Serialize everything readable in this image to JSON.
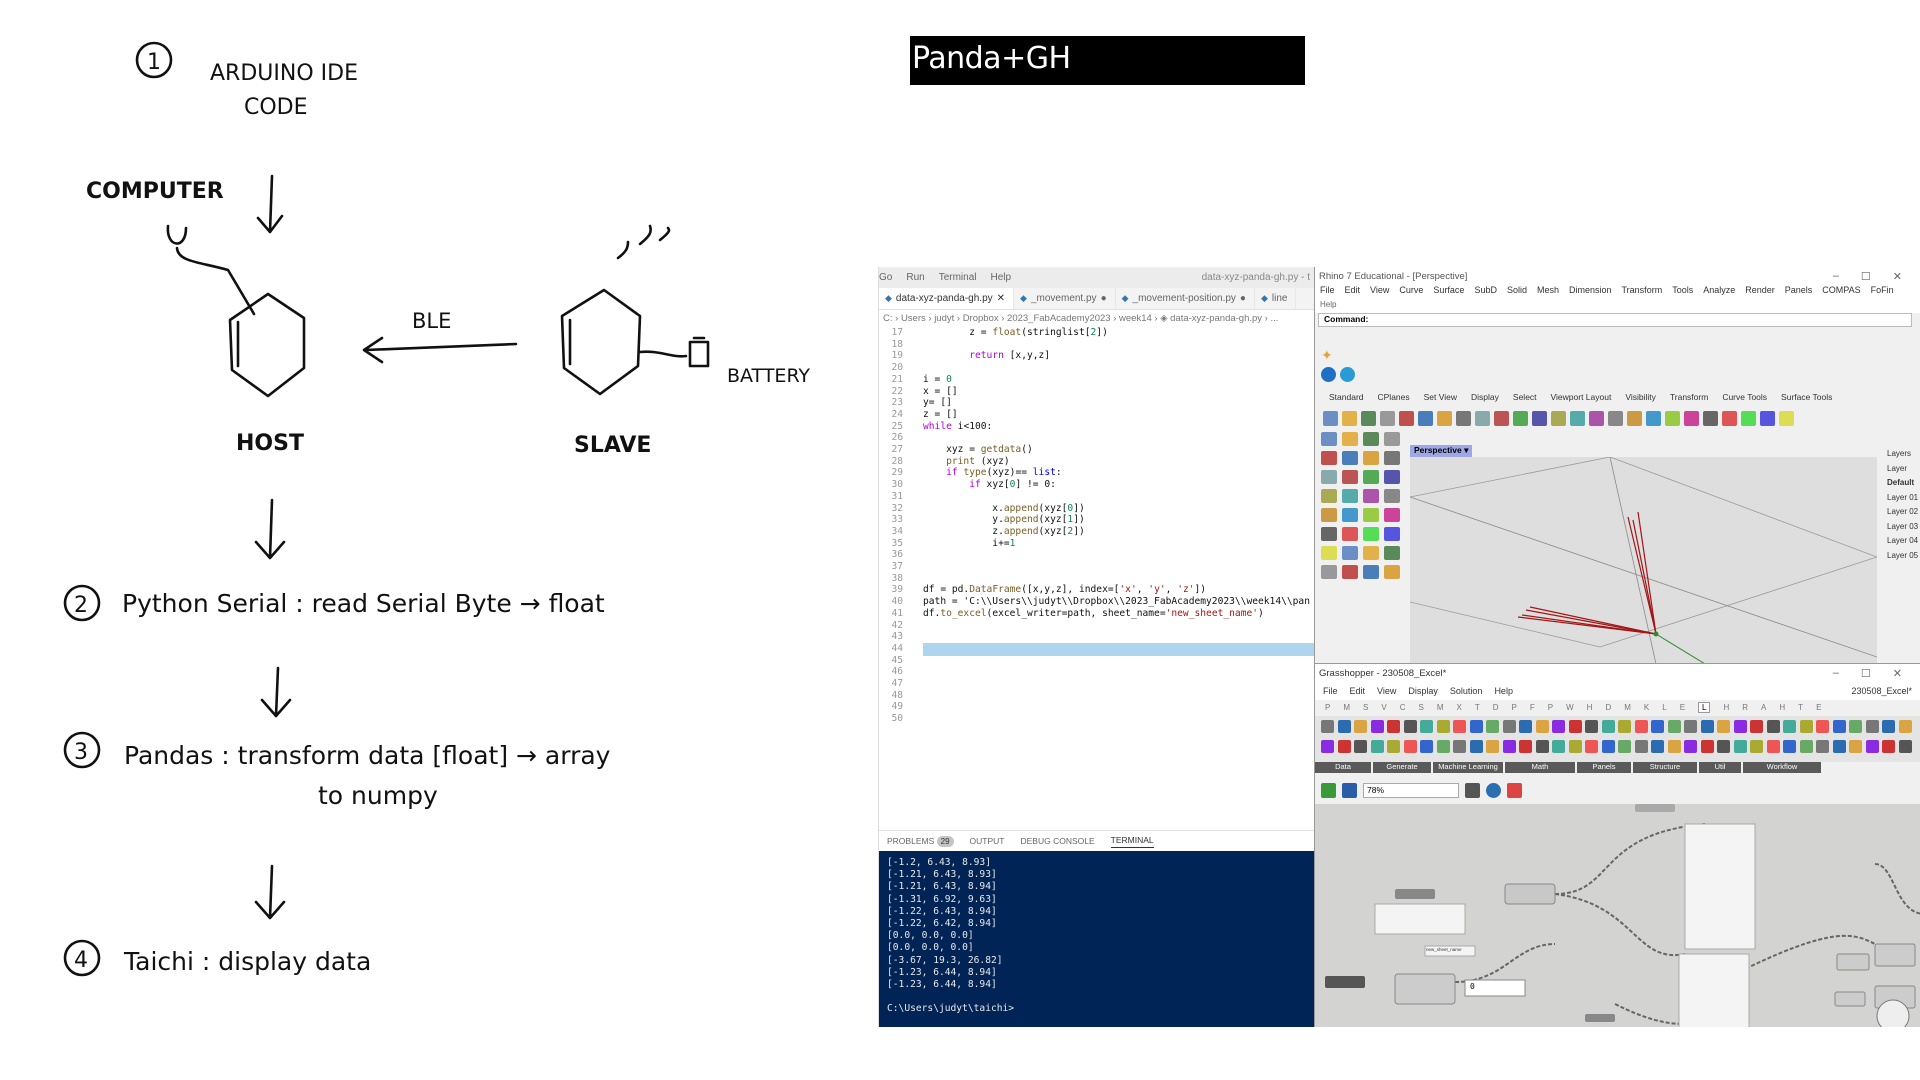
{
  "sketch": {
    "step1_num": "1",
    "step1_line1": "ARDUINO IDE",
    "step1_line2": "CODE",
    "computer_label": "COMPUTER",
    "ble_label": "BLE",
    "battery_label": "BATTERY",
    "host_label": "HOST",
    "slave_label": "SLAVE",
    "step2_num": "2",
    "step2_text": "Python Serial : read Serial  Byte → float",
    "step3_num": "3",
    "step3_line1": "Pandas : transform data     [float] → array",
    "step3_line2": "to numpy",
    "step4_num": "4",
    "step4_text": "Taichi :  display data"
  },
  "title": "Panda+GH",
  "vscode": {
    "menu": [
      "Go",
      "Run",
      "Terminal",
      "Help"
    ],
    "window_title": "data-xyz-panda-gh.py - t",
    "tabs": [
      {
        "label": "data-xyz-panda-gh.py",
        "marker": "✕"
      },
      {
        "label": "_movement.py",
        "marker": "●"
      },
      {
        "label": "_movement-position.py",
        "marker": "●"
      },
      {
        "label": "line",
        "marker": ""
      }
    ],
    "breadcrumb": "C: › Users › judyt › Dropbox › 2023_FabAcademy2023 › week14 › ◈ data-xyz-panda-gh.py › ...",
    "line_numbers": [
      "17",
      "18",
      "19",
      "20",
      "21",
      "22",
      "23",
      "24",
      "25",
      "26",
      "27",
      "28",
      "29",
      "30",
      "31",
      "32",
      "33",
      "34",
      "35",
      "36",
      "37",
      "38",
      "39",
      "40",
      "41",
      "42",
      "43",
      "44",
      "45",
      "46",
      "47",
      "48",
      "49",
      "50"
    ],
    "code_lines": [
      "        z = float(stringlist[2])",
      "",
      "        return [x,y,z]",
      "",
      "i = 0",
      "x = []",
      "y= []",
      "z = []",
      "while i<100:",
      "",
      "    xyz = getdata()",
      "    print (xyz)",
      "    if type(xyz)== list:",
      "        if xyz[0] != 0:",
      "",
      "            x.append(xyz[0])",
      "            y.append(xyz[1])",
      "            z.append(xyz[2])",
      "            i+=1",
      "",
      "",
      "",
      "df = pd.DataFrame([x,y,z], index=['x', 'y', 'z'])",
      "path = 'C:\\\\Users\\\\judyt\\\\Dropbox\\\\2023_FabAcademy2023\\\\week14\\\\pan",
      "df.to_excel(excel_writer=path, sheet_name='new_sheet_name')",
      "",
      "",
      "",
      "",
      "",
      "",
      "",
      "",
      ""
    ],
    "panel_tabs": {
      "problems": "PROBLEMS",
      "problems_count": "29",
      "output": "OUTPUT",
      "debug": "DEBUG CONSOLE",
      "terminal": "TERMINAL"
    },
    "terminal_lines": [
      "[-1.2, 6.43, 8.93]",
      "[-1.21, 6.43, 8.93]",
      "[-1.21, 6.43, 8.94]",
      "[-1.31, 6.92, 9.63]",
      "[-1.22, 6.43, 8.94]",
      "[-1.22, 6.42, 8.94]",
      "[0.0, 0.0, 0.0]",
      "[0.0, 0.0, 0.0]",
      "[-3.67, 19.3, 26.82]",
      "[-1.23, 6.44, 8.94]",
      "[-1.23, 6.44, 8.94]",
      "",
      "C:\\Users\\judyt\\taichi>"
    ]
  },
  "rhino": {
    "title": "Rhino 7 Educational - [Perspective]",
    "menu": [
      "File",
      "Edit",
      "View",
      "Curve",
      "Surface",
      "SubD",
      "Solid",
      "Mesh",
      "Dimension",
      "Transform",
      "Tools",
      "Analyze",
      "Render",
      "Panels",
      "COMPAS",
      "FoFin"
    ],
    "help": "Help",
    "command_label": "Command:",
    "tool_tabs": [
      "Standard",
      "CPlanes",
      "Set View",
      "Display",
      "Select",
      "Viewport Layout",
      "Visibility",
      "Transform",
      "Curve Tools",
      "Surface Tools"
    ],
    "viewport_label": "Perspective",
    "layers_title": "Layers",
    "layer_header": "Layer",
    "layers": [
      "Default",
      "Layer 01",
      "Layer 02",
      "Layer 03",
      "Layer 04",
      "Layer 05"
    ]
  },
  "grasshopper": {
    "title": "Grasshopper - 230508_Excel*",
    "menu": [
      "File",
      "Edit",
      "View",
      "Display",
      "Solution",
      "Help"
    ],
    "doc_name": "230508_Excel*",
    "tabs": [
      "P",
      "M",
      "S",
      "V",
      "C",
      "S",
      "M",
      "X",
      "T",
      "D",
      "P",
      "F",
      "P",
      "W",
      "H",
      "D",
      "M",
      "K",
      "L",
      "E",
      "L",
      "H",
      "R",
      "A",
      "H",
      "T",
      "E"
    ],
    "groups": [
      "Data",
      "Generate",
      "Machine Learning",
      "Math",
      "Panels",
      "Structure",
      "Util",
      "Workflow"
    ],
    "zoom": "78%",
    "number_value": "0",
    "panel_text": "new_sheet_name"
  },
  "colors": {
    "terminal_bg": "#012456",
    "line_highlight": "#add6ee",
    "rhino_line": "#a31515",
    "title_bg": "#000000"
  }
}
